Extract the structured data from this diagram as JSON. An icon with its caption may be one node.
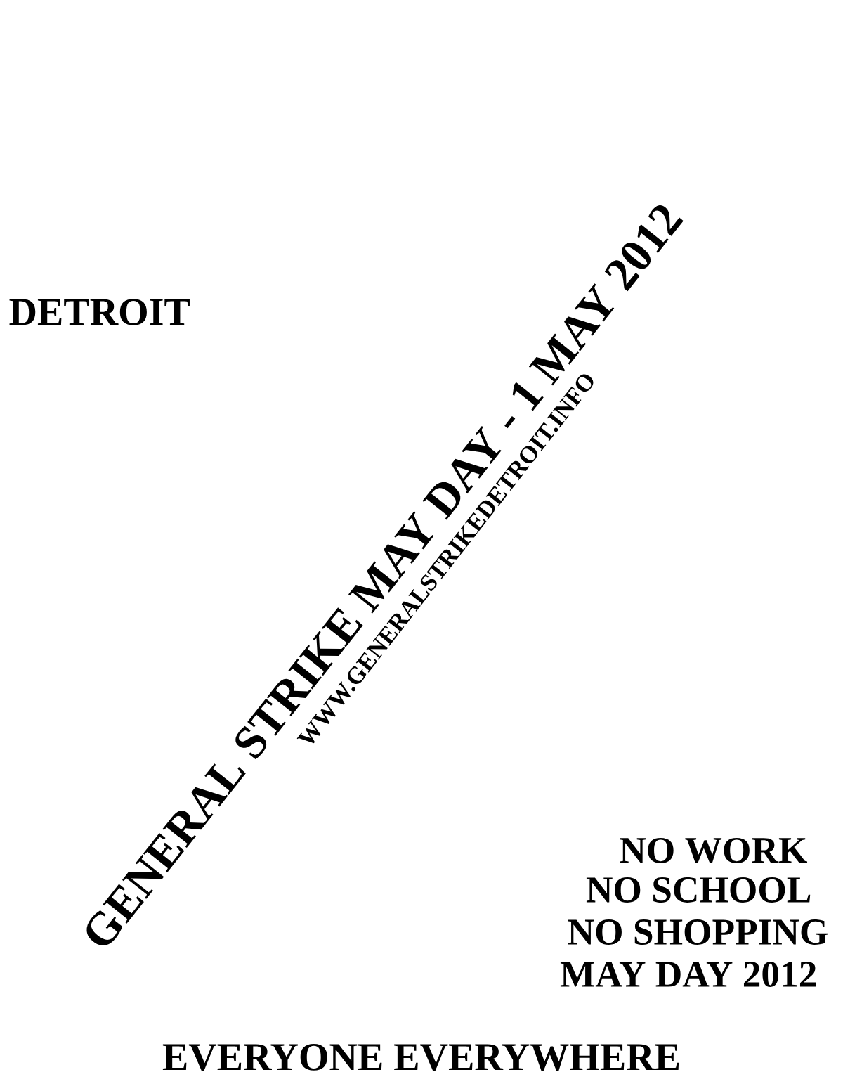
{
  "diagram": {
    "labels": [
      "DETROIT",
      "GENERAL STRIKE MAY DAY - 1 MAY 2012",
      "WWW.GENERALSTRIKEDETROIT.INFO",
      "NO WORK",
      "NO SCHOOL",
      "NO SHOPPING",
      "MAY DAY 2012",
      "EVERYONE EVERYWHERE"
    ]
  }
}
